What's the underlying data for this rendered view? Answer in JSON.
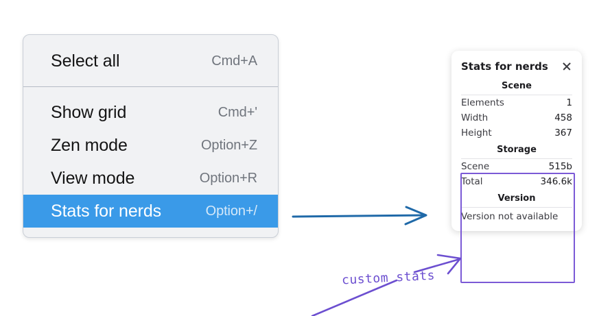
{
  "context_menu": {
    "sections": [
      {
        "items": [
          {
            "label": "Select all",
            "shortcut": "Cmd+A",
            "selected": false
          }
        ]
      },
      {
        "items": [
          {
            "label": "Show grid",
            "shortcut": "Cmd+'",
            "selected": false
          },
          {
            "label": "Zen mode",
            "shortcut": "Option+Z",
            "selected": false
          },
          {
            "label": "View mode",
            "shortcut": "Option+R",
            "selected": false
          },
          {
            "label": "Stats for nerds",
            "shortcut": "Option+/",
            "selected": true
          }
        ]
      }
    ]
  },
  "stats_panel": {
    "title": "Stats for nerds",
    "close_icon": "close-icon",
    "sections": [
      {
        "heading": "Scene",
        "rows": [
          {
            "key": "Elements",
            "value": "1"
          },
          {
            "key": "Width",
            "value": "458"
          },
          {
            "key": "Height",
            "value": "367"
          }
        ]
      },
      {
        "heading": "Storage",
        "rows": [
          {
            "key": "Scene",
            "value": "515b"
          },
          {
            "key": "Total",
            "value": "346.6k"
          }
        ]
      },
      {
        "heading": "Version",
        "note": "Version not available",
        "rows": []
      }
    ]
  },
  "annotations": {
    "custom_stats_label": "custom stats",
    "arrow_color_blue": "#1f69a8",
    "arrow_color_purple": "#6c4fd0",
    "highlight_box_color": "#7b59d6"
  }
}
